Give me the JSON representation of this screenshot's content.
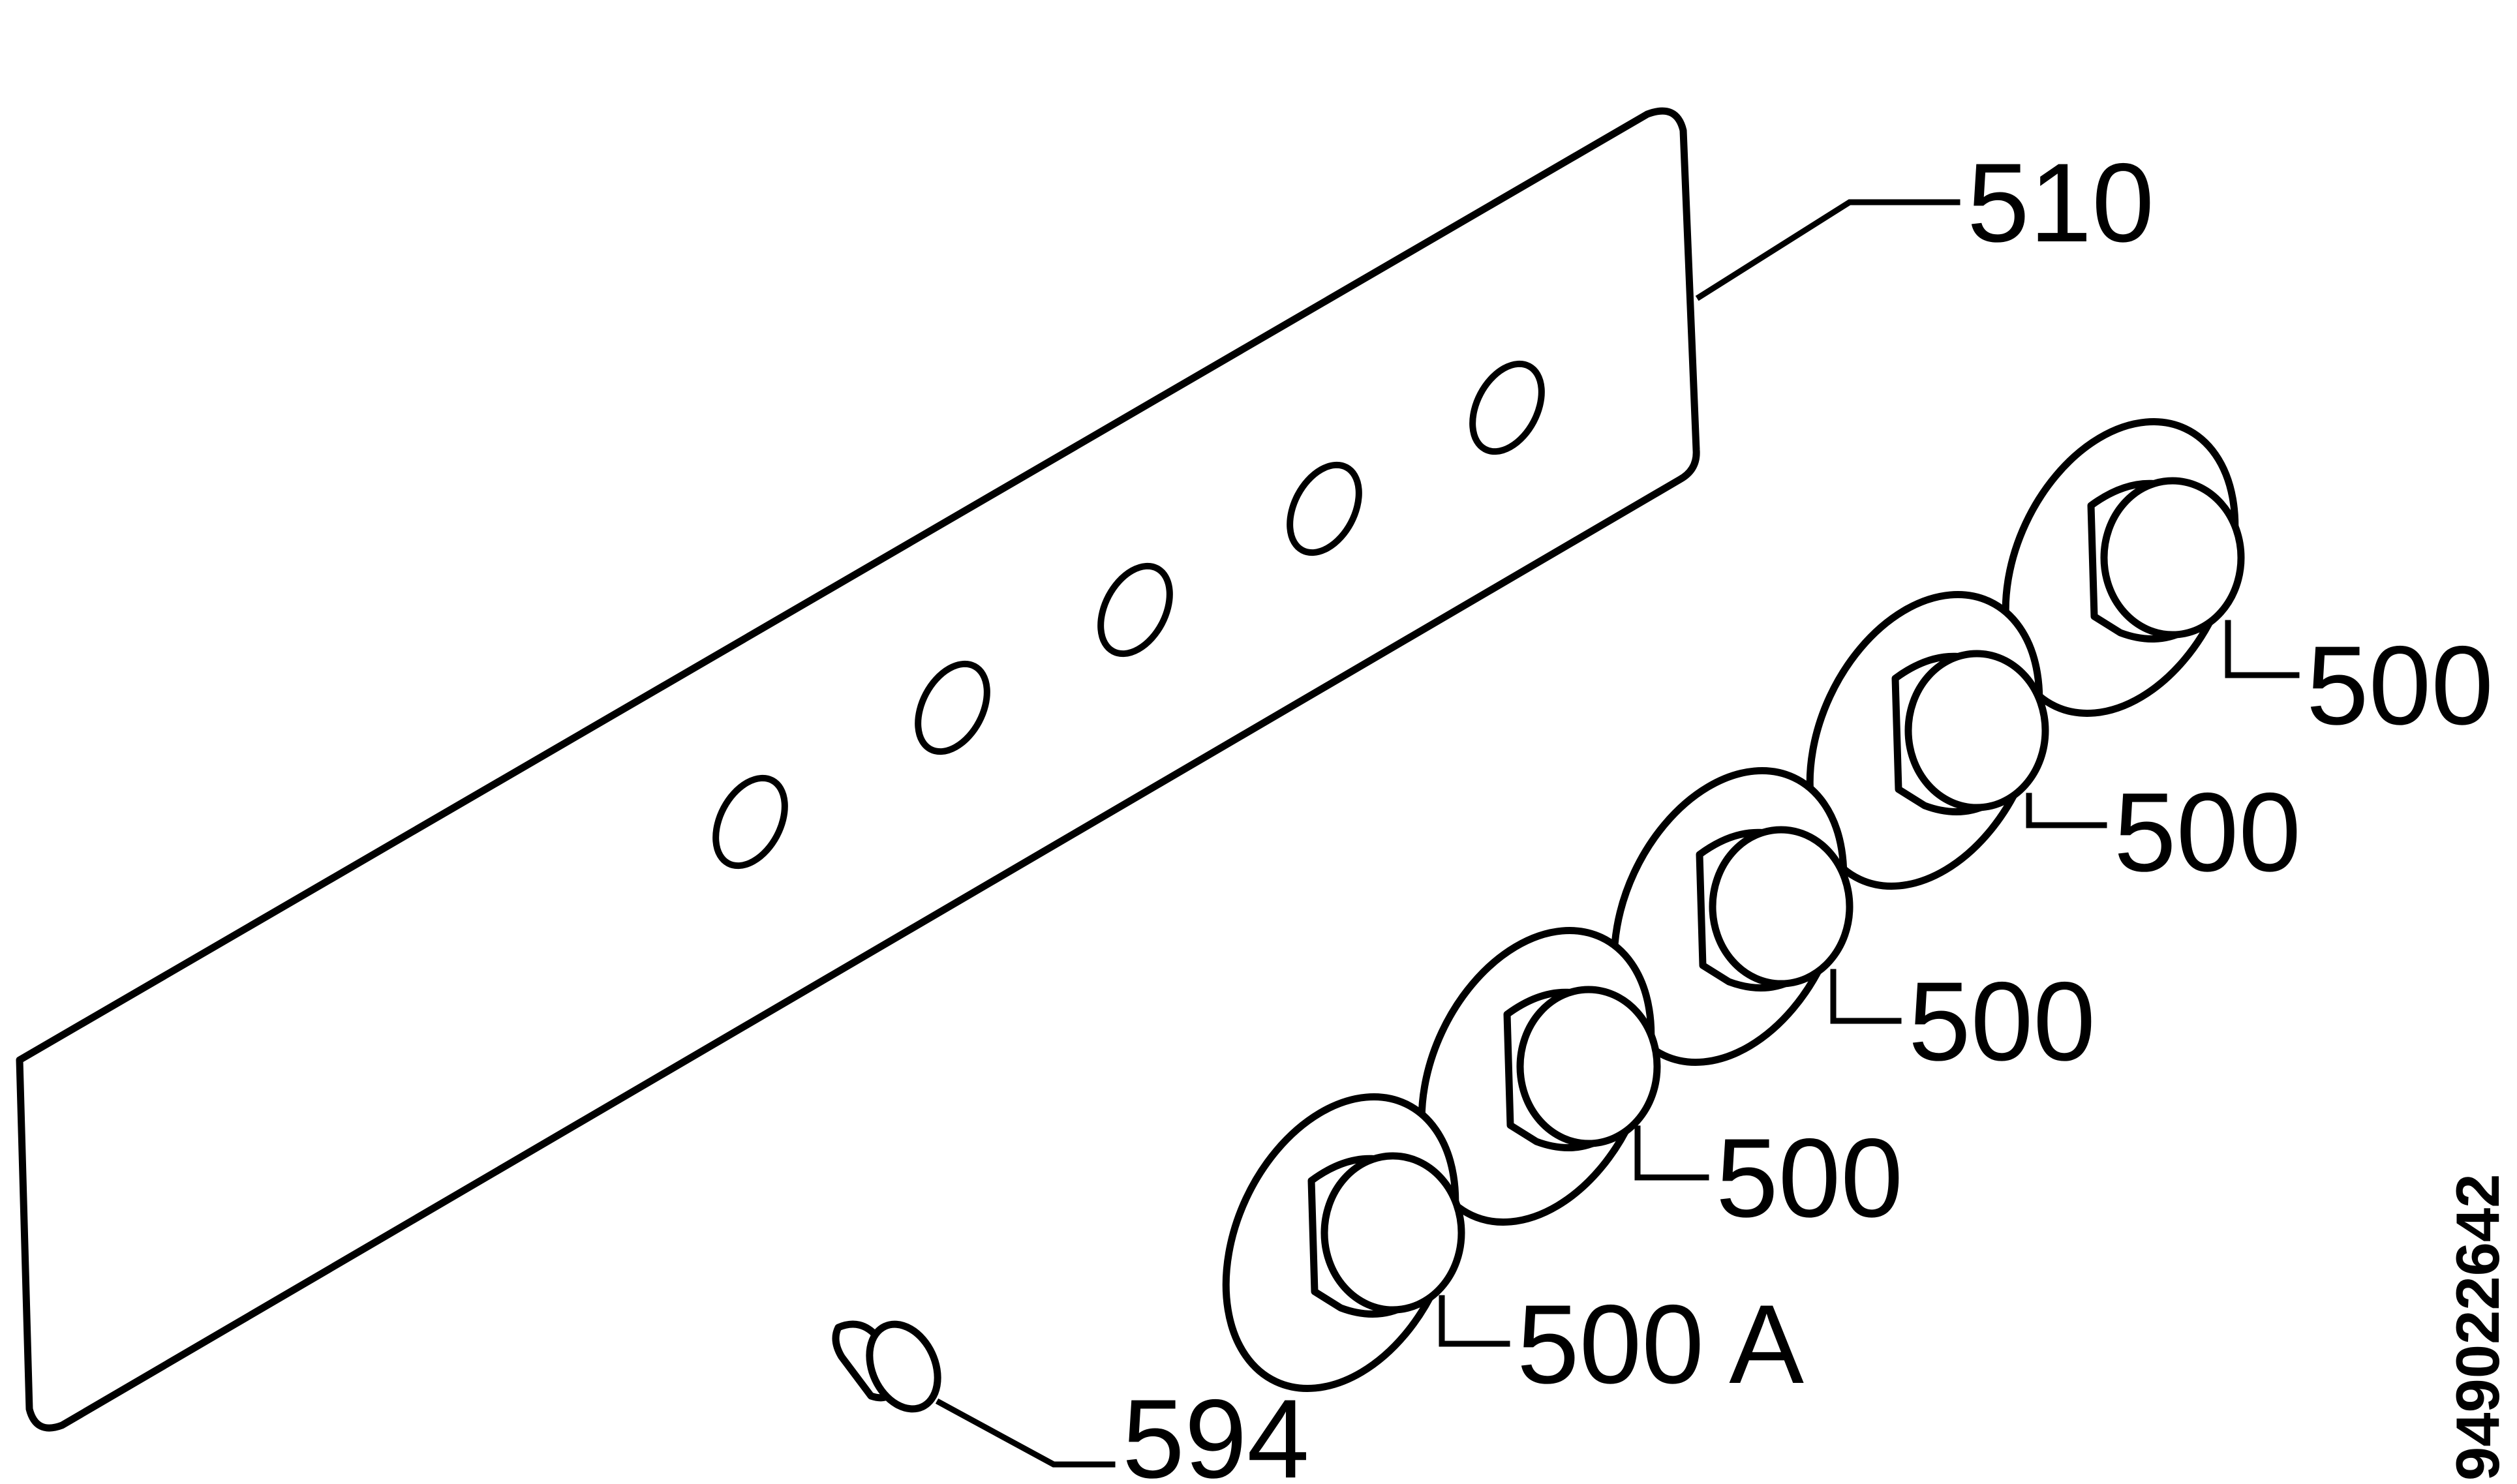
{
  "callouts": {
    "panel": "510",
    "knob_1": "500",
    "knob_2": "500",
    "knob_3": "500",
    "knob_4": "500",
    "knob_5": "500 A",
    "screw": "594"
  },
  "document_number": "949022642",
  "colors": {
    "ink": "#000000",
    "paper": "#ffffff"
  }
}
